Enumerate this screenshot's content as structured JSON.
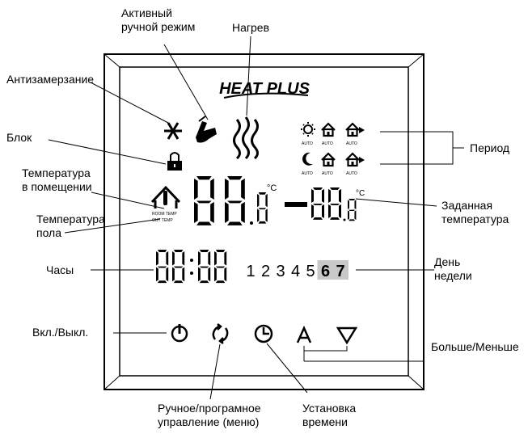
{
  "brand": "HEAT PLUS",
  "lcd": {
    "room_temp_label": "ROOM TEMP",
    "out_temp_label": "OUT TEMP",
    "auto_label": "AUTO",
    "main_temp_digits": "88.8",
    "set_temp_digits": "88.8",
    "degree_unit": "°C",
    "clock_hours": "88",
    "clock_minutes": "88",
    "days": [
      "1",
      "2",
      "3",
      "4",
      "5",
      "6",
      "7"
    ],
    "highlighted_days": [
      "6",
      "7"
    ]
  },
  "labels": {
    "manual_mode": "Активный\nручной режим",
    "heating": "Нагрев",
    "antifreeze": "Антизамерзание",
    "lock": "Блок",
    "room_temp": "Температура\nв помещении",
    "floor_temp": "Температура\nпола",
    "clock": "Часы",
    "power": "Вкл./Выкл.",
    "period": "Период",
    "set_temp": "Заданная\nтемпература",
    "weekday": "День\nнедели",
    "up_down": "Больше/Меньше",
    "menu": "Ручное/програмное\nуправление (меню)",
    "time_setting": "Установка\nвремени"
  },
  "colors": {
    "line": "#000000",
    "day_highlight": "#c8c8c8",
    "frame_inner": "#f4f4f4"
  }
}
